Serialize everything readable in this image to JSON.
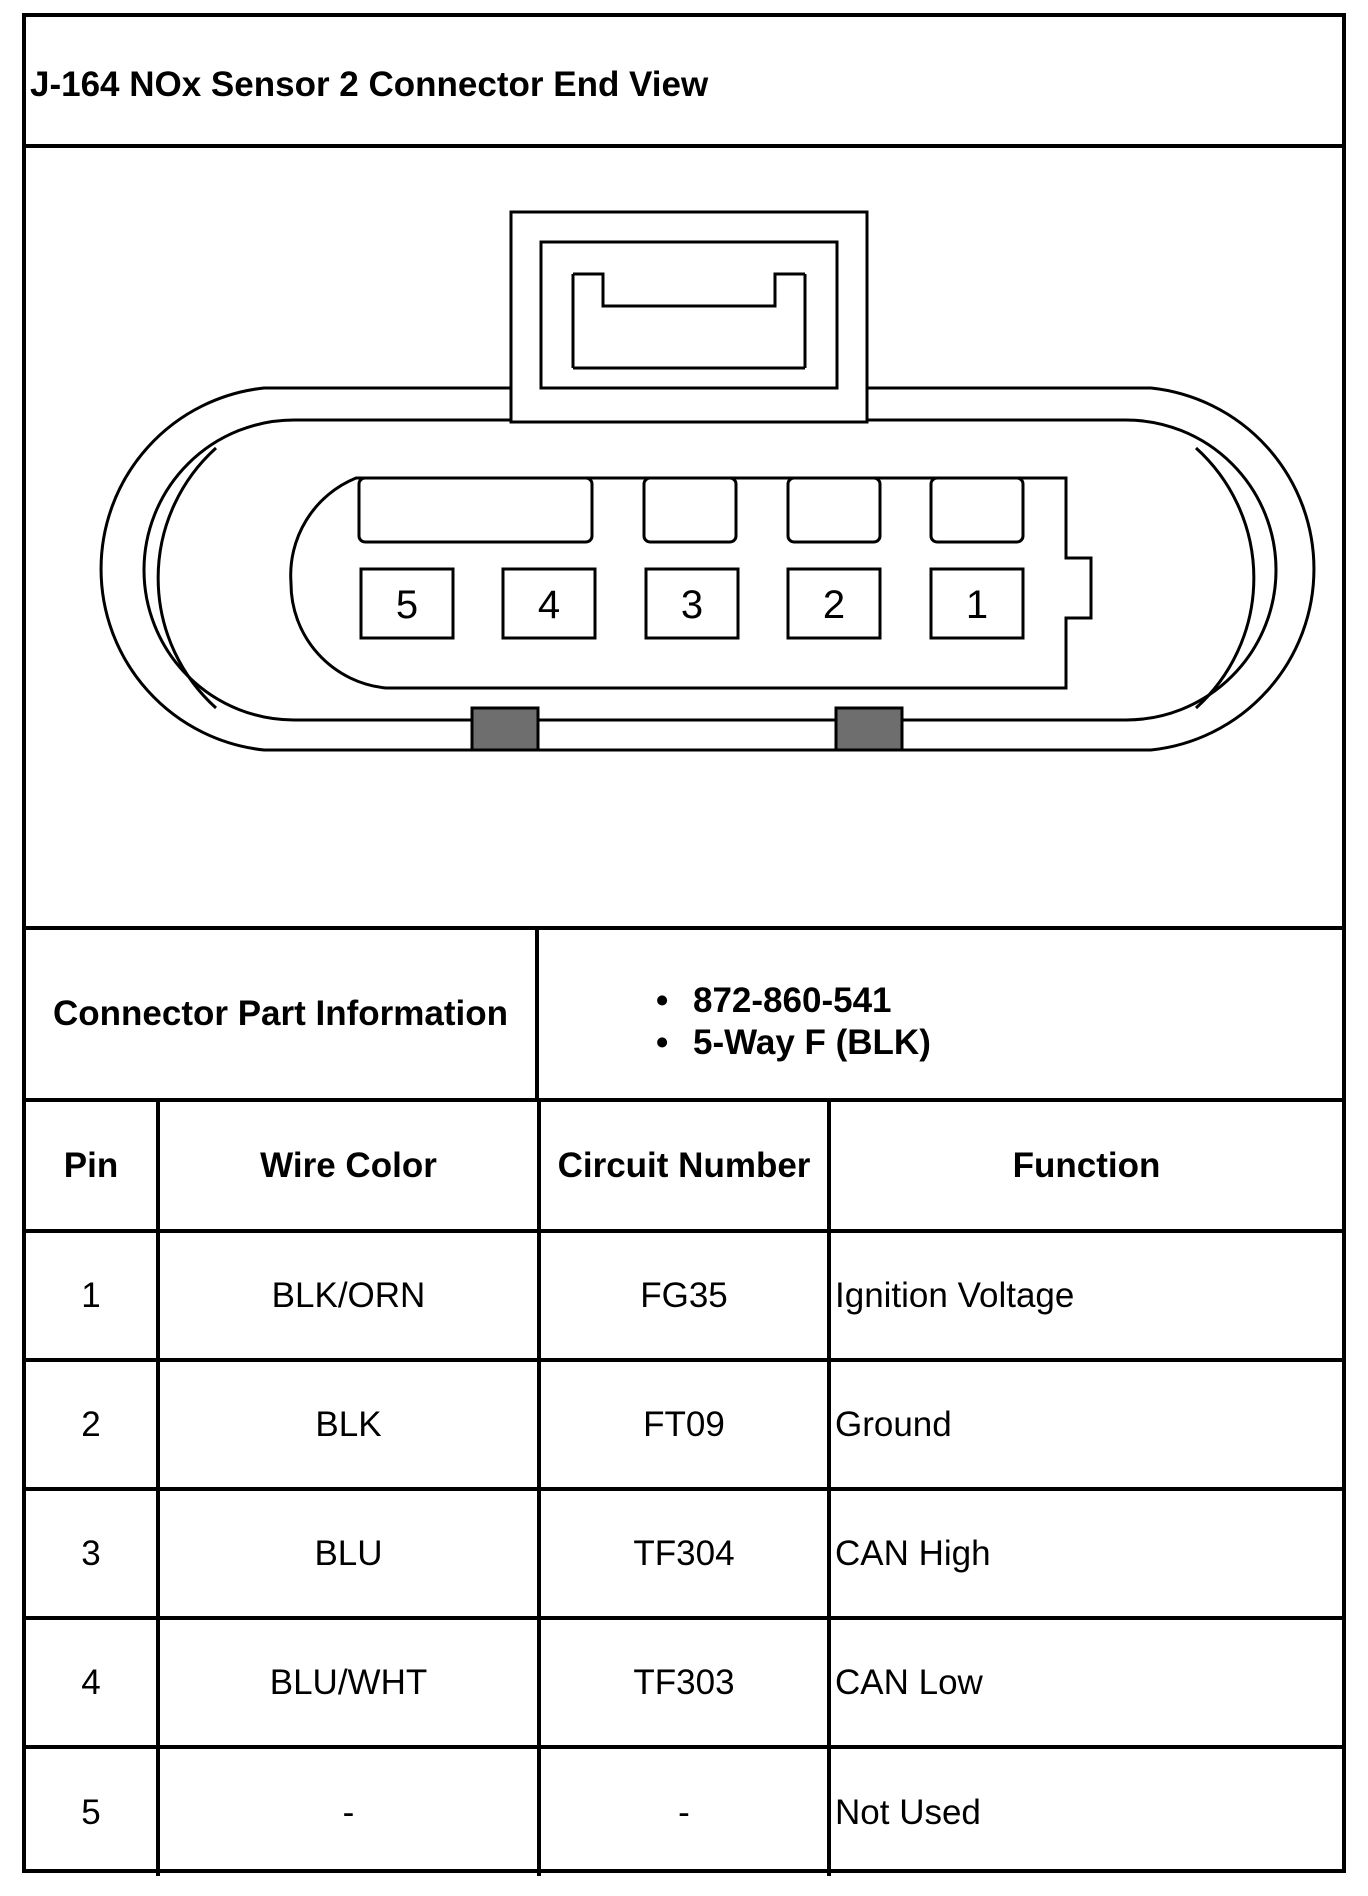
{
  "title": "J-164 NOx Sensor 2 Connector End View",
  "connector": {
    "pin_labels": [
      "5",
      "4",
      "3",
      "2",
      "1"
    ]
  },
  "part_info": {
    "label": "Connector Part Information",
    "items": [
      "872-860-541",
      "5-Way F (BLK)"
    ]
  },
  "table": {
    "headers": {
      "pin": "Pin",
      "wire_color": "Wire Color",
      "circuit_number": "Circuit Number",
      "function": "Function"
    },
    "rows": [
      {
        "pin": "1",
        "wire_color": "BLK/ORN",
        "circuit_number": "FG35",
        "function": "Ignition Voltage"
      },
      {
        "pin": "2",
        "wire_color": "BLK",
        "circuit_number": "FT09",
        "function": "Ground"
      },
      {
        "pin": "3",
        "wire_color": "BLU",
        "circuit_number": "TF304",
        "function": "CAN High"
      },
      {
        "pin": "4",
        "wire_color": "BLU/WHT",
        "circuit_number": "TF303",
        "function": "CAN Low"
      },
      {
        "pin": "5",
        "wire_color": "-",
        "circuit_number": "-",
        "function": "Not Used"
      }
    ]
  }
}
